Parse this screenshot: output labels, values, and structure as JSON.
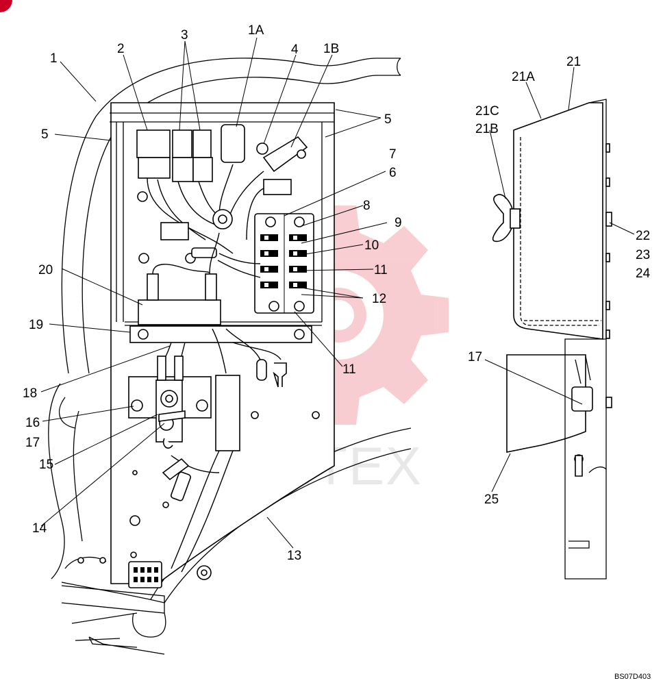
{
  "labels": {
    "l1": "1",
    "l2": "2",
    "l3": "3",
    "l1a": "1A",
    "l4": "4",
    "l1b": "1B",
    "l5a": "5",
    "l5b": "5",
    "l7": "7",
    "l6": "6",
    "l8": "8",
    "l9": "9",
    "l10": "10",
    "l11a": "11",
    "l12": "12",
    "l11b": "11",
    "l20": "20",
    "l19": "19",
    "l18": "18",
    "l16": "16",
    "l17a": "17",
    "l15": "15",
    "l14": "14",
    "l13": "13",
    "l21": "21",
    "l21a": "21A",
    "l21c": "21C",
    "l21b": "21B",
    "l22": "22",
    "l23": "23",
    "l24": "24",
    "l17b": "17",
    "l25": "25"
  },
  "drawing_code": "BS07D403",
  "watermark": {
    "text": "ИНТЕХ",
    "color": "#f2a0a8"
  },
  "colors": {
    "line": "#000000",
    "watermark": "#f2a0a8",
    "corner_mark": "#cc0022"
  }
}
